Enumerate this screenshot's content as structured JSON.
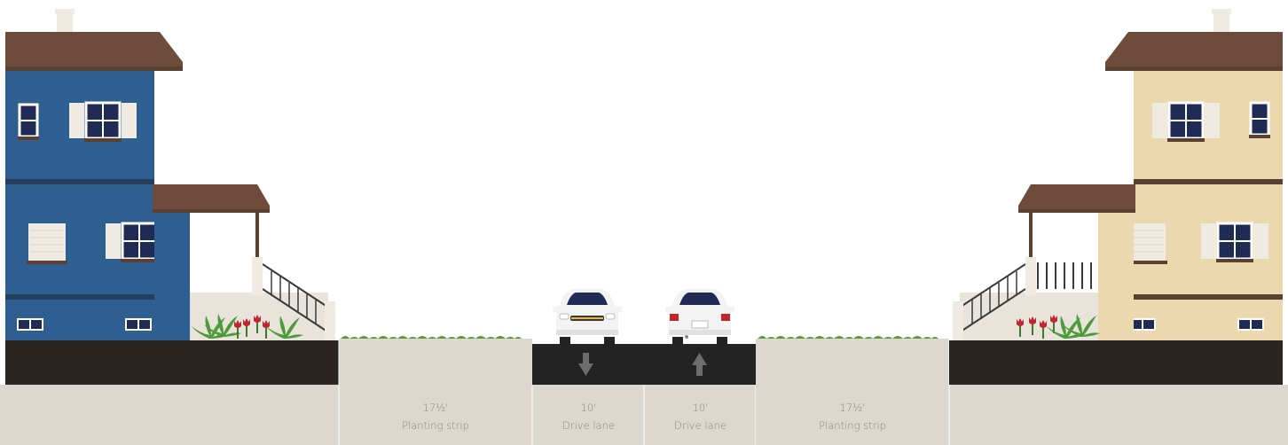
{
  "segments": [
    {
      "id": "planting-left",
      "width": "17½'",
      "label": "Planting strip"
    },
    {
      "id": "lane-south",
      "width": "10'",
      "label": "Drive lane",
      "direction": "down"
    },
    {
      "id": "lane-north",
      "width": "10'",
      "label": "Drive lane",
      "direction": "up"
    },
    {
      "id": "planting-right",
      "width": "17½'",
      "label": "Planting strip"
    }
  ],
  "colors": {
    "house_left": "#2f5f90",
    "house_right": "#ecd8ae",
    "roof": "#6e4b3b",
    "asphalt": "#232323",
    "planting": "#dcd7cf",
    "ground": "#dcd7cf",
    "grass": "#5a9a35",
    "window_dark": "#1f2a55",
    "shutter": "#f0ebe2"
  },
  "icons": {
    "lane-south": "arrow-down-icon",
    "lane-north": "arrow-up-icon"
  }
}
